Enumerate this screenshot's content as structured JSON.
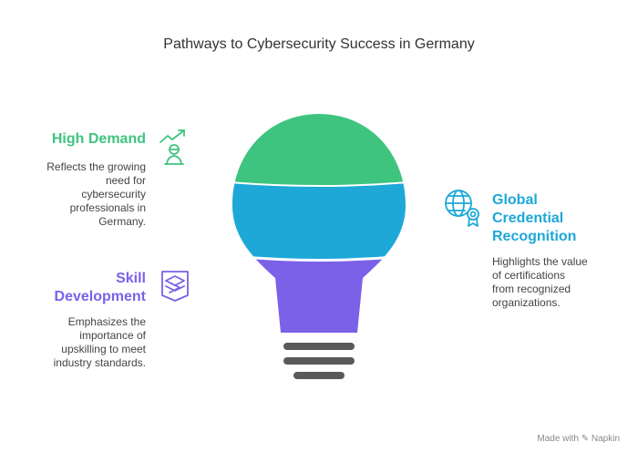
{
  "title": "Pathways to Cybersecurity Success in Germany",
  "items": [
    {
      "heading": "High Demand",
      "description_lines": [
        "Reflects the growing",
        "need for",
        "cybersecurity",
        "professionals in",
        "Germany."
      ],
      "color": "#3ec47e",
      "icon": "growth-person-icon"
    },
    {
      "heading_lines": [
        "Skill",
        "Development"
      ],
      "description_lines": [
        "Emphasizes the",
        "importance of",
        "upskilling to meet",
        "industry standards."
      ],
      "color": "#7b61e8",
      "icon": "layers-tools-icon"
    },
    {
      "heading_lines": [
        "Global",
        "Credential",
        "Recognition"
      ],
      "description_lines": [
        "Highlights the value",
        "of certifications",
        "from recognized",
        "organizations."
      ],
      "color": "#1da8d8",
      "icon": "globe-badge-icon"
    }
  ],
  "bulb_colors": {
    "top": "#3ec47e",
    "middle": "#1da8d8",
    "bottom": "#7b61e8",
    "base": "#5a5a5a"
  },
  "footer": "Made with ✎ Napkin"
}
